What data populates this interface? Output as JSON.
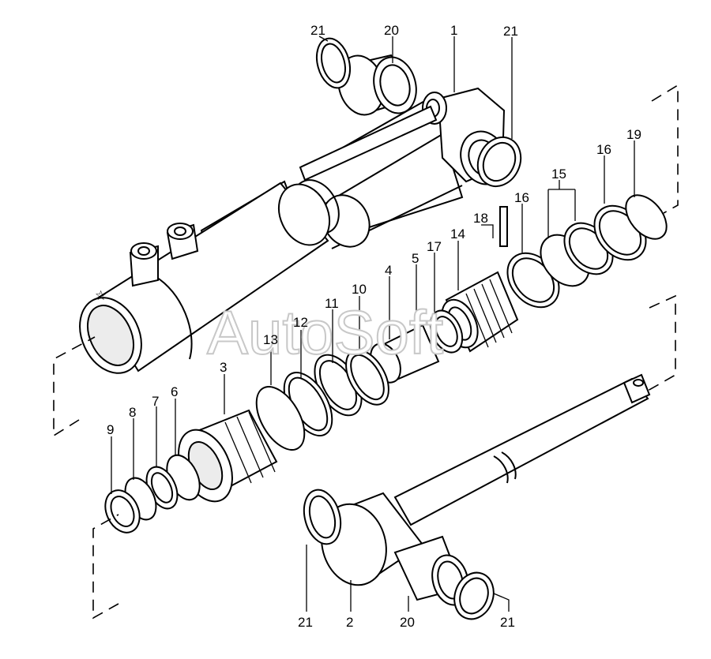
{
  "watermark": "AutoSoft",
  "callouts": [
    {
      "id": "c-21-top-left",
      "label": "21"
    },
    {
      "id": "c-20-top",
      "label": "20"
    },
    {
      "id": "c-1",
      "label": "1"
    },
    {
      "id": "c-21-top-right",
      "label": "21"
    },
    {
      "id": "c-19",
      "label": "19"
    },
    {
      "id": "c-16-right",
      "label": "16"
    },
    {
      "id": "c-15",
      "label": "15"
    },
    {
      "id": "c-16-left",
      "label": "16"
    },
    {
      "id": "c-18",
      "label": "18"
    },
    {
      "id": "c-14",
      "label": "14"
    },
    {
      "id": "c-17",
      "label": "17"
    },
    {
      "id": "c-5",
      "label": "5"
    },
    {
      "id": "c-4",
      "label": "4"
    },
    {
      "id": "c-10",
      "label": "10"
    },
    {
      "id": "c-11",
      "label": "11"
    },
    {
      "id": "c-12",
      "label": "12"
    },
    {
      "id": "c-13",
      "label": "13"
    },
    {
      "id": "c-3",
      "label": "3"
    },
    {
      "id": "c-6",
      "label": "6"
    },
    {
      "id": "c-7",
      "label": "7"
    },
    {
      "id": "c-8",
      "label": "8"
    },
    {
      "id": "c-9",
      "label": "9"
    },
    {
      "id": "c-21-bottom-left",
      "label": "21"
    },
    {
      "id": "c-2",
      "label": "2"
    },
    {
      "id": "c-20-bottom",
      "label": "20"
    },
    {
      "id": "c-21-bottom-right",
      "label": "21"
    }
  ]
}
